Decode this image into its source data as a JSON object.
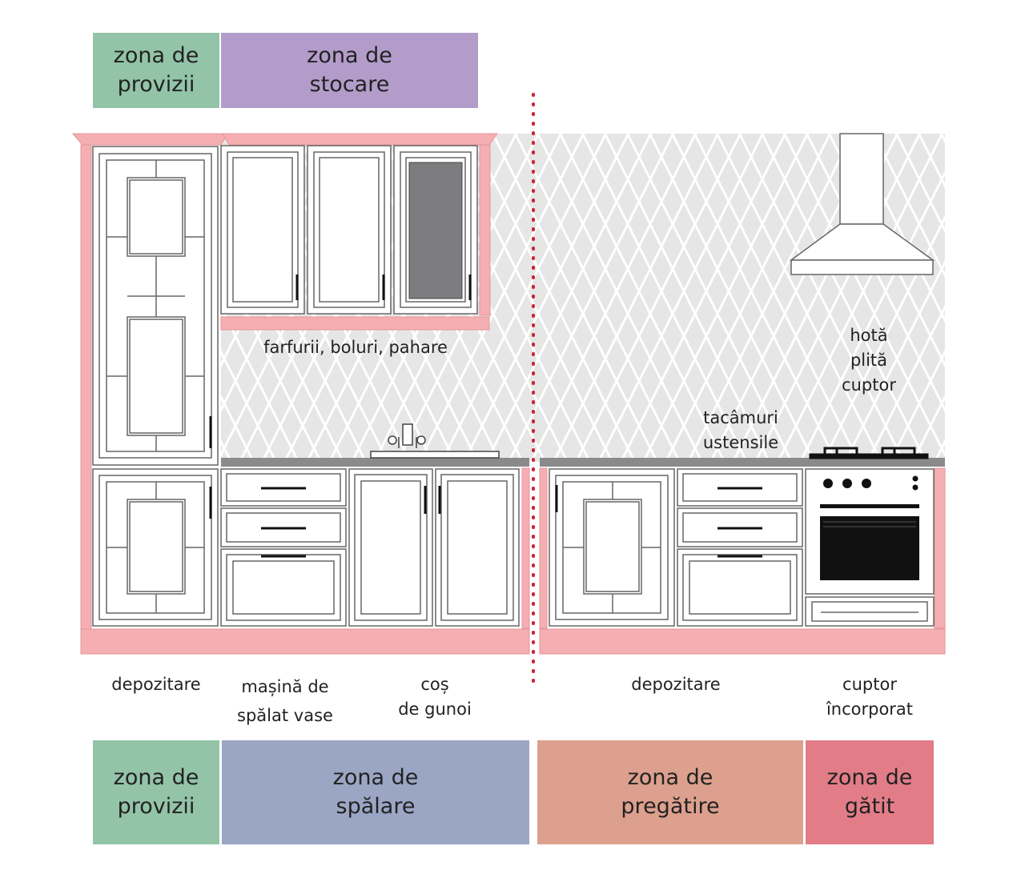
{
  "top_zones": [
    {
      "label": "zona de\nprovizii",
      "color": "#93c4a8"
    },
    {
      "label": "zona de\nstocare",
      "color": "#b39cca"
    }
  ],
  "bottom_zones": [
    {
      "label": "zona de\nprovizii",
      "color": "#93c4a8"
    },
    {
      "label": "zona de\nspălare",
      "color": "#9ba6c4"
    },
    {
      "label": "zona de\npregătire",
      "color": "#dda08e"
    },
    {
      "label": "zona de\ngătit",
      "color": "#e27d88"
    }
  ],
  "labels": {
    "upper_cabinets": "farfurii, boluri, pahare",
    "hood": "hotă\nplită\ncuptor",
    "cutlery": "tacâmuri\nustensile",
    "storage_left": "depozitare",
    "dishwasher": "mașină de\nspălat vase",
    "trash": "coș\nde gunoi",
    "storage_right": "depozitare",
    "oven": "cuptor\nîncorporat"
  },
  "colors": {
    "frame_pink": "#f5aeb1",
    "divider_red": "#cc2233",
    "counter_gray": "#8a8a8a",
    "glass_gray": "#7d7d80",
    "tile_bg": "#e9e9e9"
  }
}
